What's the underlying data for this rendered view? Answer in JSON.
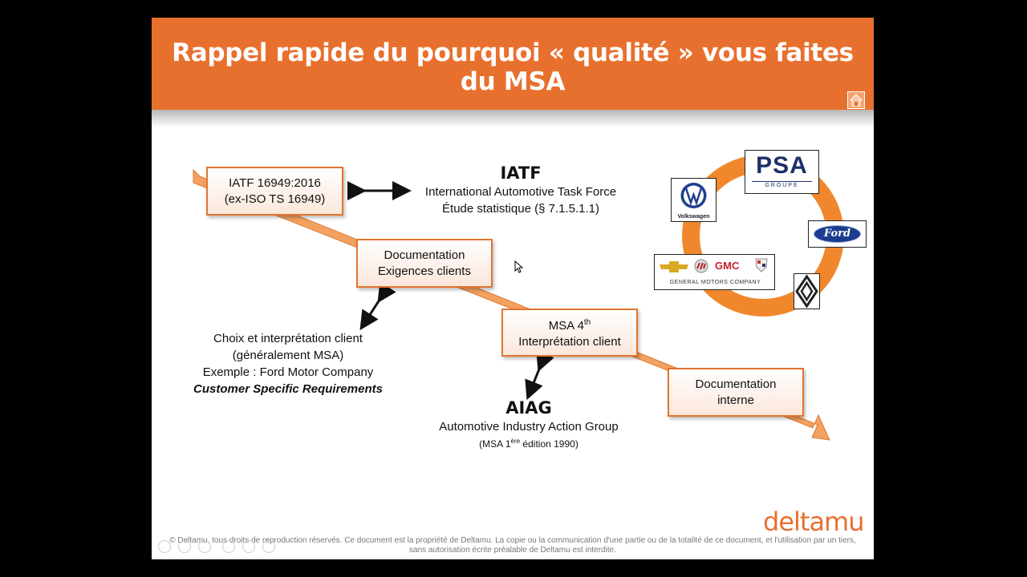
{
  "slide": {
    "title": "Rappel rapide du pourquoi « qualité » vous faites du MSA",
    "home_icon": "home-icon"
  },
  "boxes": {
    "iatf_line1": "IATF 16949:2016",
    "iatf_line2": "(ex-ISO TS 16949)",
    "doc_line1": "Documentation",
    "doc_line2": "Exigences clients",
    "msa_line1_prefix": "MSA 4",
    "msa_line1_sup": "th",
    "msa_line2": "Interprétation client",
    "internal_line1": "Documentation",
    "internal_line2": "interne"
  },
  "iatf_block": {
    "heading": "IATF",
    "line1": "International Automotive Task Force",
    "line2": "Étude statistique (§ 7.1.5.1.1)"
  },
  "client_block": {
    "line1": "Choix et interprétation client",
    "line2": "(généralement MSA)",
    "line3": "Exemple : Ford Motor Company",
    "line4": "Customer Specific Requirements"
  },
  "aiag_block": {
    "heading": "AIAG",
    "line1": "Automotive Industry Action Group",
    "line2_prefix": "(MSA 1",
    "line2_sup": "ère",
    "line2_suffix": " édition 1990)"
  },
  "logos": {
    "psa_main": "PSA",
    "psa_sub": "GROUPE",
    "vw_label": "Volkswagen",
    "ford": "Ford",
    "gmc": "GMC",
    "gm_label": "GENERAL MOTORS COMPANY"
  },
  "footer": {
    "line1": "© Deltamu, tous droits de reproduction réservés. Ce document est la propriété de Deltamu. La copie ou la communication d'une partie ou de la totalité de ce document, et l'utilisation par un tiers,",
    "line2": "sans autorisation écrite préalable de Deltamu est interdite."
  },
  "brand": "deltamu",
  "colors": {
    "accent": "#e8702e",
    "box_border": "#e2742f",
    "arrow": "#f2a160"
  }
}
